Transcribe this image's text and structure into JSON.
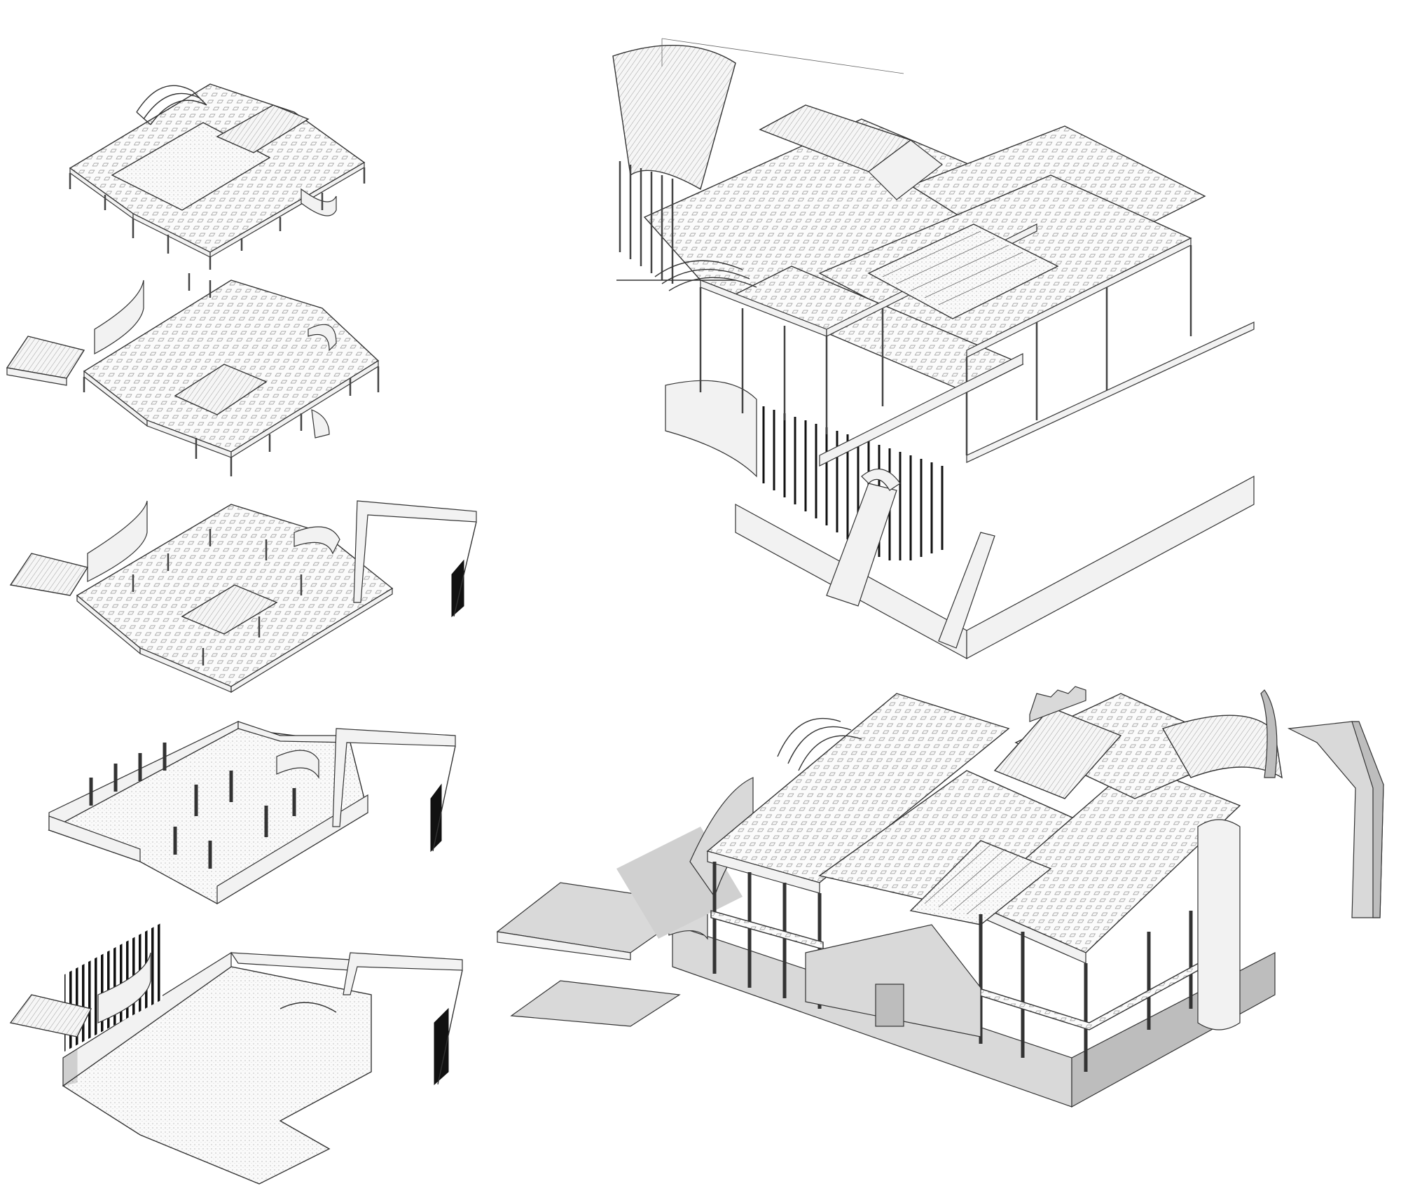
{
  "figure": {
    "views": [
      {
        "id": "layer-roof",
        "label": ""
      },
      {
        "id": "layer-upper-floor",
        "label": ""
      },
      {
        "id": "layer-middle-floor",
        "label": ""
      },
      {
        "id": "layer-ground-walls",
        "label": ""
      },
      {
        "id": "layer-base-plate",
        "label": ""
      },
      {
        "id": "axonometric-line",
        "label": ""
      },
      {
        "id": "axonometric-shaded",
        "label": ""
      }
    ],
    "colors": {
      "line": "#333333",
      "paper": "#ffffff",
      "shade_light": "#d9d9d9",
      "shade_mid": "#bdbdbd",
      "fin": "#111111"
    }
  }
}
